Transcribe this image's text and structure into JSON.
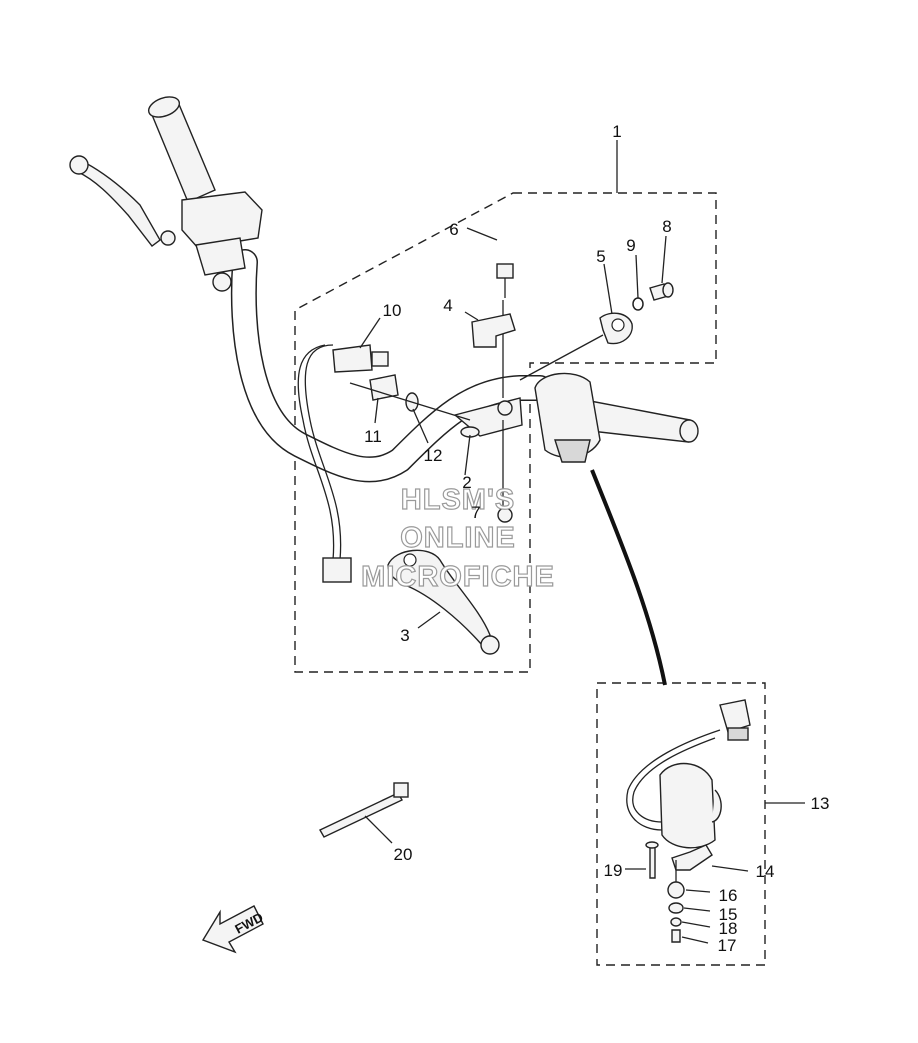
{
  "callouts": [
    {
      "id": "c1",
      "label": "1"
    },
    {
      "id": "c2",
      "label": "2"
    },
    {
      "id": "c3",
      "label": "3"
    },
    {
      "id": "c4",
      "label": "4"
    },
    {
      "id": "c5",
      "label": "5"
    },
    {
      "id": "c6",
      "label": "6"
    },
    {
      "id": "c7",
      "label": "7"
    },
    {
      "id": "c8",
      "label": "8"
    },
    {
      "id": "c9",
      "label": "9"
    },
    {
      "id": "c10",
      "label": "10"
    },
    {
      "id": "c11",
      "label": "11"
    },
    {
      "id": "c12",
      "label": "12"
    },
    {
      "id": "c13",
      "label": "13"
    },
    {
      "id": "c14",
      "label": "14"
    },
    {
      "id": "c15",
      "label": "15"
    },
    {
      "id": "c16",
      "label": "16"
    },
    {
      "id": "c17",
      "label": "17"
    },
    {
      "id": "c18",
      "label": "18"
    },
    {
      "id": "c19",
      "label": "19"
    },
    {
      "id": "c20",
      "label": "20"
    }
  ],
  "fwd_label": "FWD",
  "watermark": [
    "HLSM'S",
    "ONLINE",
    "MICROFICHE"
  ]
}
